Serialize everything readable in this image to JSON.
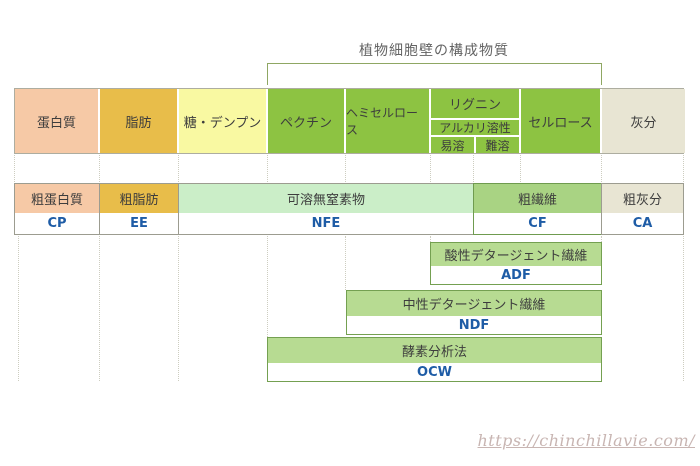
{
  "title": "植物細胞壁の構成物質",
  "row1": {
    "cells": [
      {
        "label": "蛋白質"
      },
      {
        "label": "脂肪"
      },
      {
        "label": "糖・デンプン"
      },
      {
        "label": "ペクチン"
      },
      {
        "label": "ヘミセルロース"
      },
      {
        "label": "セルロース"
      },
      {
        "label": "灰分"
      }
    ],
    "lignin": {
      "label": "リグニン",
      "alkali": "アルカリ溶性",
      "easy": "易溶",
      "hard": "難溶"
    }
  },
  "row2": {
    "crude_protein": {
      "label": "粗蛋白質",
      "code": "CP"
    },
    "crude_fat": {
      "label": "粗脂肪",
      "code": "EE"
    },
    "nfe": {
      "label": "可溶無窒素物",
      "code": "NFE"
    },
    "crude_fiber": {
      "label": "粗繊維",
      "code": "CF"
    },
    "crude_ash": {
      "label": "粗灰分",
      "code": "CA"
    }
  },
  "fiber_methods": {
    "adf": {
      "label": "酸性デタージェント繊維",
      "code": "ADF"
    },
    "ndf": {
      "label": "中性デタージェント繊維",
      "code": "NDF"
    },
    "ocw": {
      "label": "酵素分析法",
      "code": "OCW"
    }
  },
  "watermark": "https://chinchillavie.com/",
  "colors": {
    "protein_salmon": "#f6c9a6",
    "fat_gold": "#e8bd4a",
    "starch_yellow": "#f9f9a2",
    "cell_wall_green": "#8dc342",
    "ash_beige": "#e8e5d3",
    "nfe_mint": "#cbeec8",
    "crude_fiber_green": "#a9d383",
    "method_band_green": "#b7db92",
    "code_blue": "#1e5ca6",
    "green_border": "#74a051",
    "bracket_olive": "#8fa763",
    "watermark_pink_gray": "#c8b5b2"
  }
}
